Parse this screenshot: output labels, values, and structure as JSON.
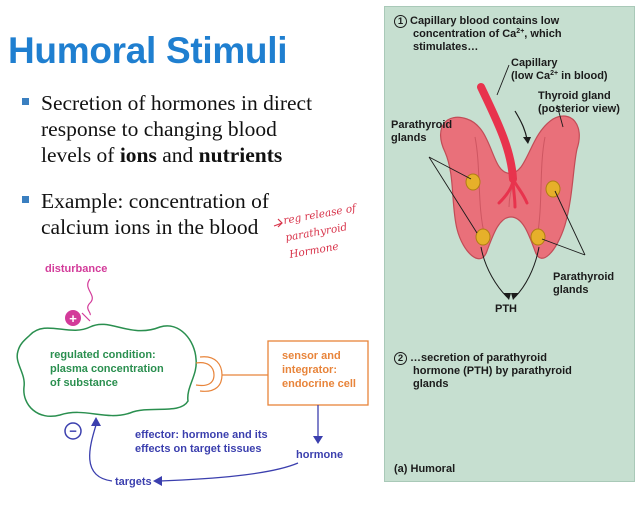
{
  "slide": {
    "title": "Humoral Stimuli",
    "bullets": [
      {
        "line1": "Secretion of hormones in direct",
        "line2": "response to changing blood",
        "line3_pre": "levels of ",
        "bold1": "ions",
        "mid": " and ",
        "bold2": "nutrients"
      },
      {
        "line1": "Example: concentration of",
        "line2": "calcium ions in the blood"
      }
    ],
    "handwritten_note": [
      "reg release of",
      "parathyroid",
      "Hormone"
    ],
    "colors": {
      "title": "#1f7fd0",
      "bullet": "#3a7fc0",
      "loop_green": "#2a8f4f",
      "sensor_orange": "#e8843a",
      "arrow_blue": "#3b3fae",
      "disturbance_magenta": "#d33b9a",
      "panel_bg": "#c6dfd0"
    }
  },
  "feedback_loop": {
    "disturbance": "disturbance",
    "plus_sign": "+",
    "regulated_line1": "regulated condition:",
    "regulated_line2": "plasma concentration",
    "regulated_line3": "of substance",
    "sensor_line1": "sensor and",
    "sensor_line2": "integrator:",
    "sensor_line3": "endocrine cell",
    "hormone": "hormone",
    "effector_line1": "effector: hormone and its",
    "effector_line2": "effects on target tissues",
    "minus_sign": "−",
    "targets": "targets"
  },
  "panel": {
    "step1_number": "1",
    "step1_line1": "Capillary blood contains low",
    "step1_line2_pre": "concentration of Ca",
    "step1_sup": "2+",
    "step1_line2_post": ", which",
    "step1_line3": "stimulates…",
    "capillary_label": "Capillary",
    "capillary_sub_pre": "(low Ca",
    "capillary_sub_sup": "2+",
    "capillary_sub_post": " in blood)",
    "thyroid_line1": "Thyroid gland",
    "thyroid_line2": "(posterior view)",
    "parathyroid_left_line1": "Parathyroid",
    "parathyroid_left_line2": "glands",
    "parathyroid_right_line1": "Parathyroid",
    "parathyroid_right_line2": "glands",
    "pth_label": "PTH",
    "step2_number": "2",
    "step2_line1": "…secretion of parathyroid",
    "step2_line2": "hormone (PTH) by parathyroid",
    "step2_line3": "glands",
    "caption_letter": "(a)",
    "caption_text": "Humoral"
  }
}
